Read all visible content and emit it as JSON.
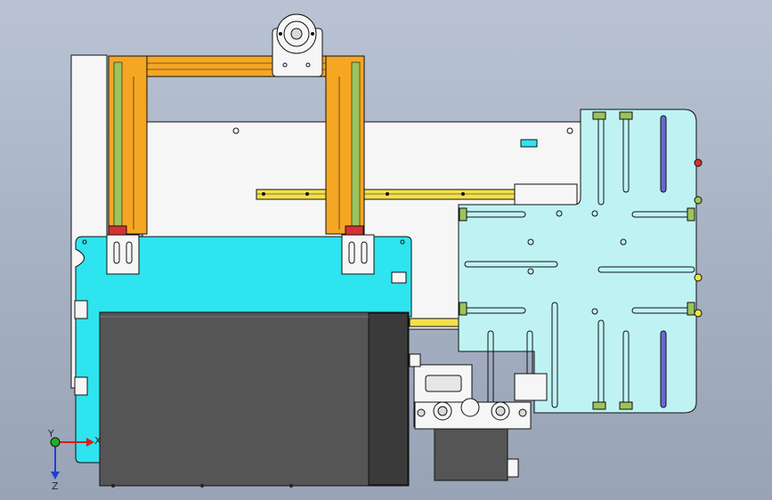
{
  "viewport": {
    "background_top": "#b9c3d3",
    "background_bottom": "#98a3b6"
  },
  "colors": {
    "frame_orange": "#f5a623",
    "guide_green": "#9bc45a",
    "plate_cyan": "#2ee4ef",
    "plate_light_cyan": "#bff3f3",
    "housing_dark": "#555555",
    "housing_darker": "#3a3a3a",
    "rail_yellow": "#f3e04a",
    "slot_blue": "#6a6ad0",
    "stop_red": "#d83030",
    "edge_black": "#111111",
    "panel_white": "#f6f6f6"
  },
  "parts": {
    "motor_mount": "motor-mount",
    "gantry": "orange-gantry-frame",
    "carriage_plate": "cyan-carriage-plate",
    "enclosure": "dark-enclosure-box",
    "fixture_plate": "light-cyan-fixture-plate",
    "back_panel": "white-back-panel",
    "linear_rail": "yellow-linear-rail",
    "gripper": "gripper-assembly"
  },
  "triad": {
    "x_label": "X",
    "y_label": "Y",
    "z_label": "Z",
    "x_color": "#d32020",
    "y_color": "#20b020",
    "z_color": "#2040d0"
  }
}
